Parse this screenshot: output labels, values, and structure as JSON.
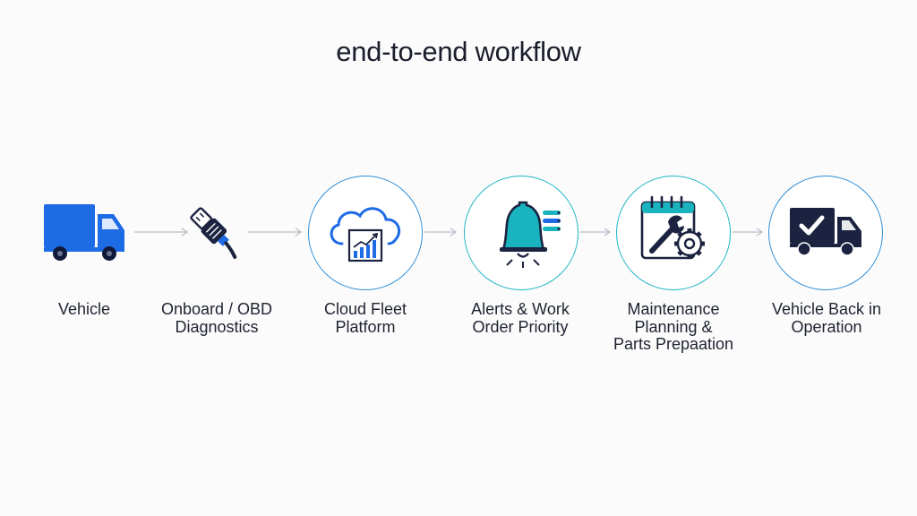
{
  "title": "end-to-end workflow",
  "steps": [
    {
      "label_lines": [
        "Vehicle"
      ],
      "icon": "truck-icon"
    },
    {
      "label_lines": [
        "Onboard / OBD",
        "Diagnostics"
      ],
      "icon": "obd-connector-icon"
    },
    {
      "label_lines": [
        "Cloud Fleet",
        "Platform"
      ],
      "icon": "cloud-chart-icon"
    },
    {
      "label_lines": [
        "Alerts & Work",
        "Order Priority"
      ],
      "icon": "bell-icon"
    },
    {
      "label_lines": [
        "Maintenance",
        "Planning &",
        "Parts Prepaation"
      ],
      "icon": "calendar-wrench-gear-icon"
    },
    {
      "label_lines": [
        "Vehicle Back in",
        "Operation"
      ],
      "icon": "truck-check-icon"
    }
  ],
  "colors": {
    "primary_blue": "#1e6be6",
    "navy": "#1b2340",
    "teal": "#19b4bf",
    "ring_blue": "#2f8fd8",
    "arrow_gray": "#b9bec7"
  }
}
